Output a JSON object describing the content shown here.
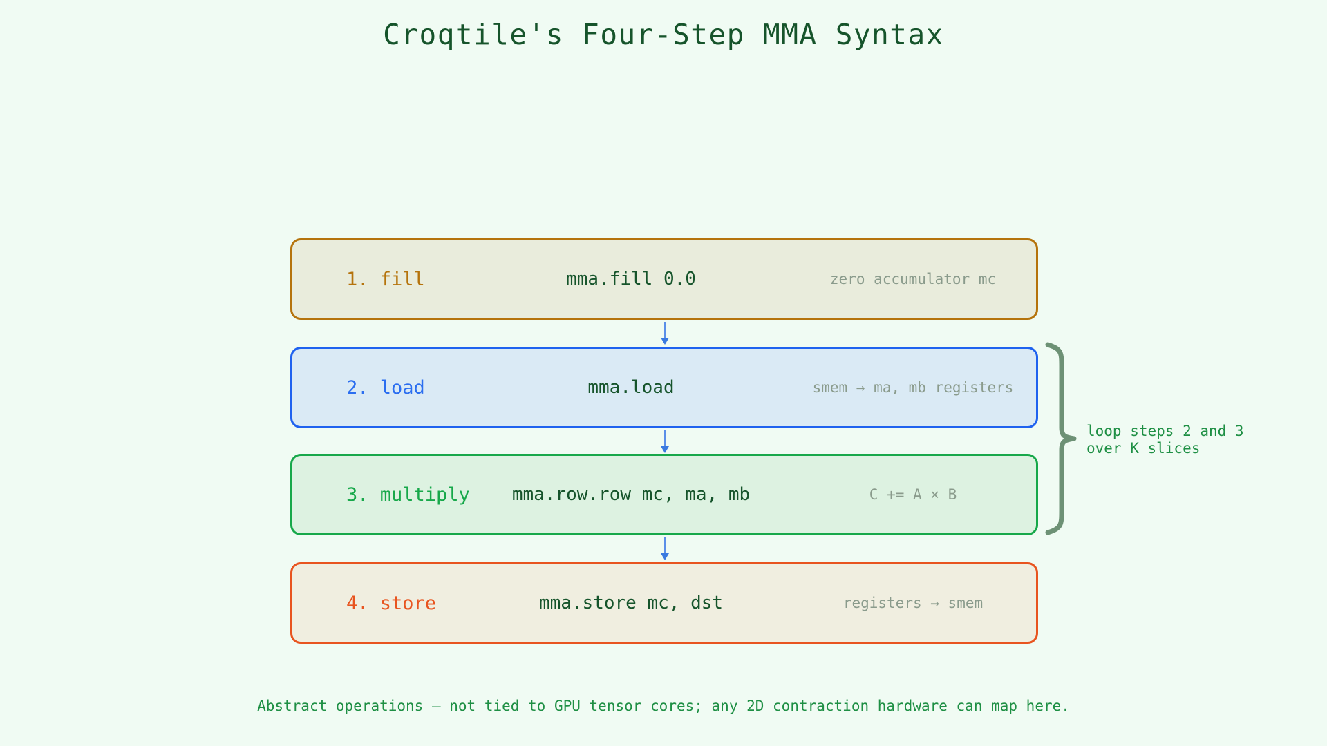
{
  "page": {
    "title": "Croqtile's Four-Step MMA Syntax",
    "background_color": "#f0fbf3",
    "title_color": "#16542b"
  },
  "steps": [
    {
      "label": "1. fill",
      "code": "mma.fill 0.0",
      "note": "zero accumulator mc",
      "accent_color": "#b5730c",
      "fill_color": "#e9ecdc"
    },
    {
      "label": "2. load",
      "code": "mma.load",
      "note": "smem → ma, mb registers",
      "accent_color": "#1f62ef",
      "fill_color": "#daeaf5"
    },
    {
      "label": "3. multiply",
      "code": "mma.row.row mc, ma, mb",
      "note": "C += A × B",
      "accent_color": "#17a84a",
      "fill_color": "#ddf2e1"
    },
    {
      "label": "4. store",
      "code": "mma.store mc, dst",
      "note": "registers → smem",
      "accent_color": "#e8541f",
      "fill_color": "#f0eee0"
    }
  ],
  "annotation": {
    "line1": "loop steps 2 and 3",
    "line2": "over K slices",
    "color": "#1e8f44",
    "brace_color": "#6d9175"
  },
  "footer": {
    "text": "Abstract operations — not tied to GPU tensor cores; any 2D contraction hardware can map here.",
    "color": "#1e8f44"
  },
  "connectors": {
    "color": "#3a7ae0",
    "glyph": "down-arrow"
  }
}
